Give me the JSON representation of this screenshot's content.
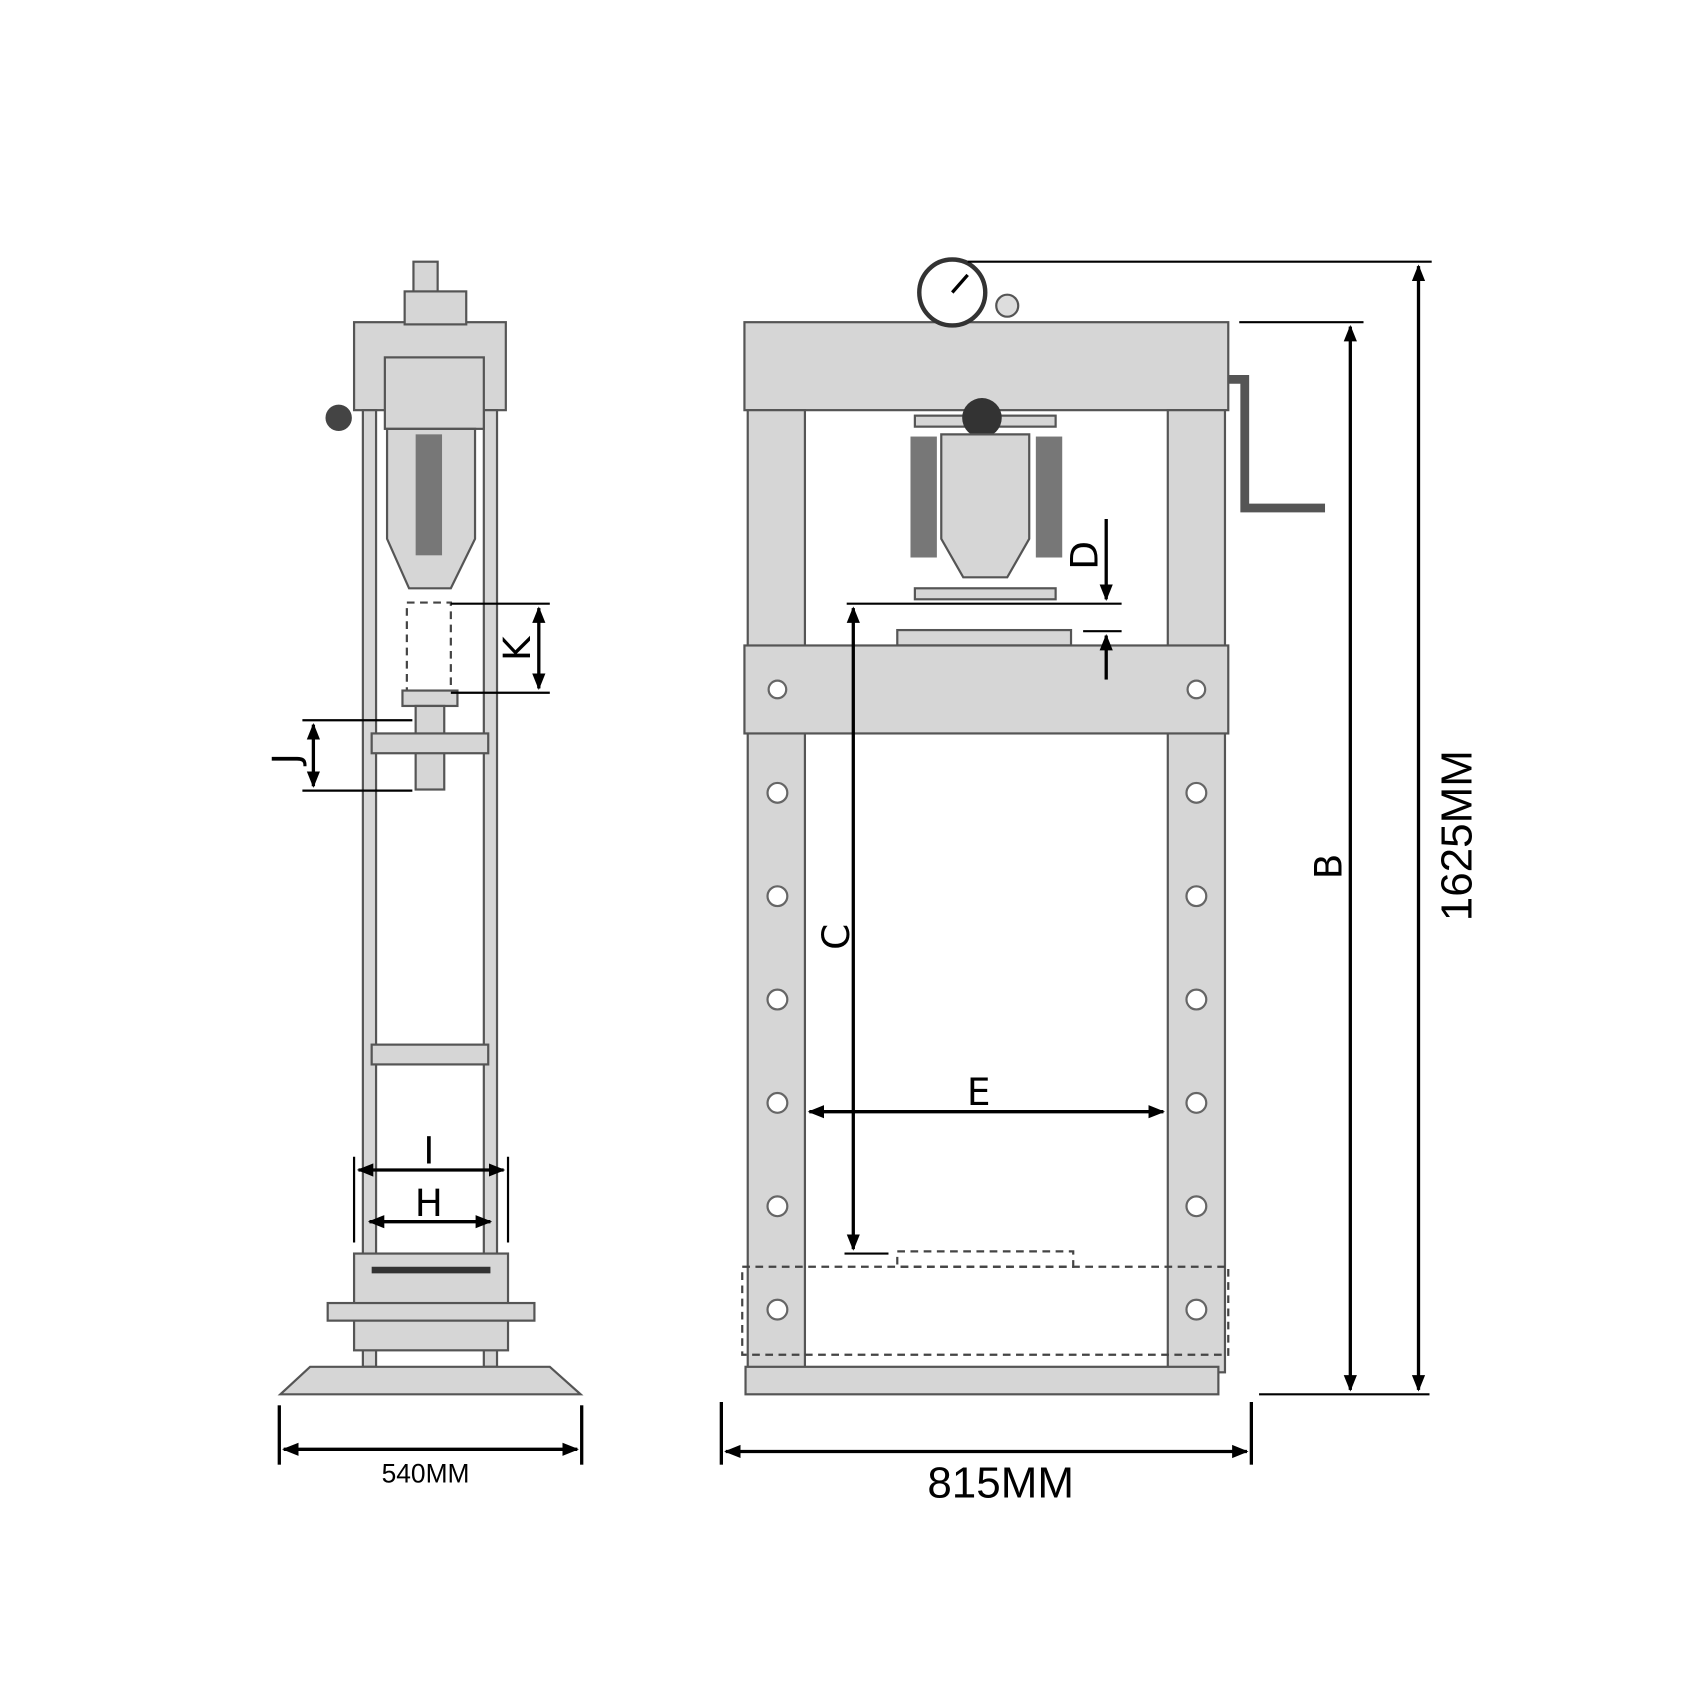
{
  "diagram": {
    "title": "Hydraulic shop press dimension drawing",
    "side_view": {
      "width_label": "540MM",
      "labels": {
        "i": "I",
        "h": "H",
        "j": "J",
        "k": "K"
      }
    },
    "front_view": {
      "width_label": "815MM",
      "height_label": "1625MM",
      "labels": {
        "b": "B",
        "c": "C",
        "d": "D",
        "e": "E"
      }
    },
    "colors": {
      "frame": "#d6d6d6",
      "outline": "#555555",
      "dimension": "#000000"
    }
  }
}
